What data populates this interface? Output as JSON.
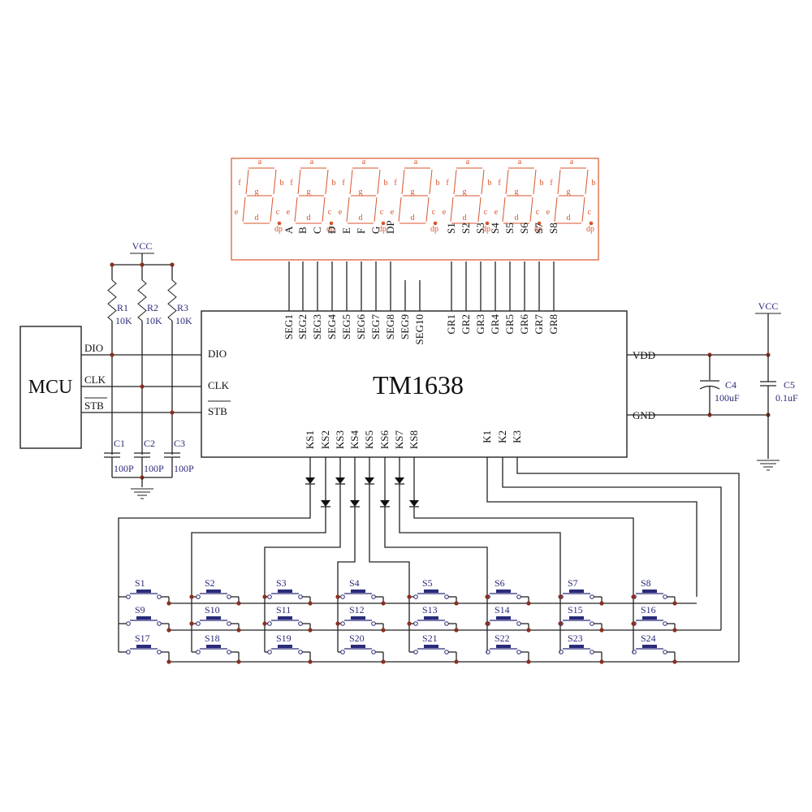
{
  "mcu": {
    "label": "MCU",
    "pins": [
      "DIO",
      "CLK",
      "STB"
    ]
  },
  "chip": {
    "name": "TM1638",
    "left_pins": [
      "DIO",
      "CLK",
      "STB"
    ],
    "right_pins": [
      "VDD",
      "GND"
    ],
    "seg_pins": [
      "SEG1",
      "SEG2",
      "SEG3",
      "SEG4",
      "SEG5",
      "SEG6",
      "SEG7",
      "SEG8",
      "SEG9",
      "SEG10"
    ],
    "grid_pins": [
      "GR1",
      "GR2",
      "GR3",
      "GR4",
      "GR5",
      "GR6",
      "GR7",
      "GR8"
    ],
    "ks_pins": [
      "KS1",
      "KS2",
      "KS3",
      "KS4",
      "KS5",
      "KS6",
      "KS7",
      "KS8"
    ],
    "k_pins": [
      "K1",
      "K2",
      "K3"
    ]
  },
  "display": {
    "seg_labels": [
      "A",
      "B",
      "C",
      "D",
      "E",
      "F",
      "G",
      "DP"
    ],
    "grid_labels": [
      "S1",
      "S2",
      "S3",
      "S4",
      "S5",
      "S6",
      "S7",
      "S8"
    ],
    "segment_letters": [
      "a",
      "b",
      "c",
      "d",
      "e",
      "f",
      "g",
      "dp"
    ],
    "digit_count": 7
  },
  "pullups": {
    "vcc": "VCC",
    "resistors": [
      {
        "name": "R1",
        "value": "10K"
      },
      {
        "name": "R2",
        "value": "10K"
      },
      {
        "name": "R3",
        "value": "10K"
      }
    ]
  },
  "filter_caps": [
    {
      "name": "C1",
      "value": "100P"
    },
    {
      "name": "C2",
      "value": "100P"
    },
    {
      "name": "C3",
      "value": "100P"
    }
  ],
  "power": {
    "vcc": "VCC",
    "caps": [
      {
        "name": "C4",
        "value": "100uF"
      },
      {
        "name": "C5",
        "value": "0.1uF"
      }
    ]
  },
  "switches": [
    "S1",
    "S2",
    "S3",
    "S4",
    "S5",
    "S6",
    "S7",
    "S8",
    "S9",
    "S10",
    "S11",
    "S12",
    "S13",
    "S14",
    "S15",
    "S16",
    "S17",
    "S18",
    "S19",
    "S20",
    "S21",
    "S22",
    "S23",
    "S24"
  ],
  "colors": {
    "display": "#d9532b",
    "wire": "#222222",
    "junction": "#8a2f20",
    "component_label": "#2a2a7a",
    "switch_cap": "#2a2a7a"
  }
}
